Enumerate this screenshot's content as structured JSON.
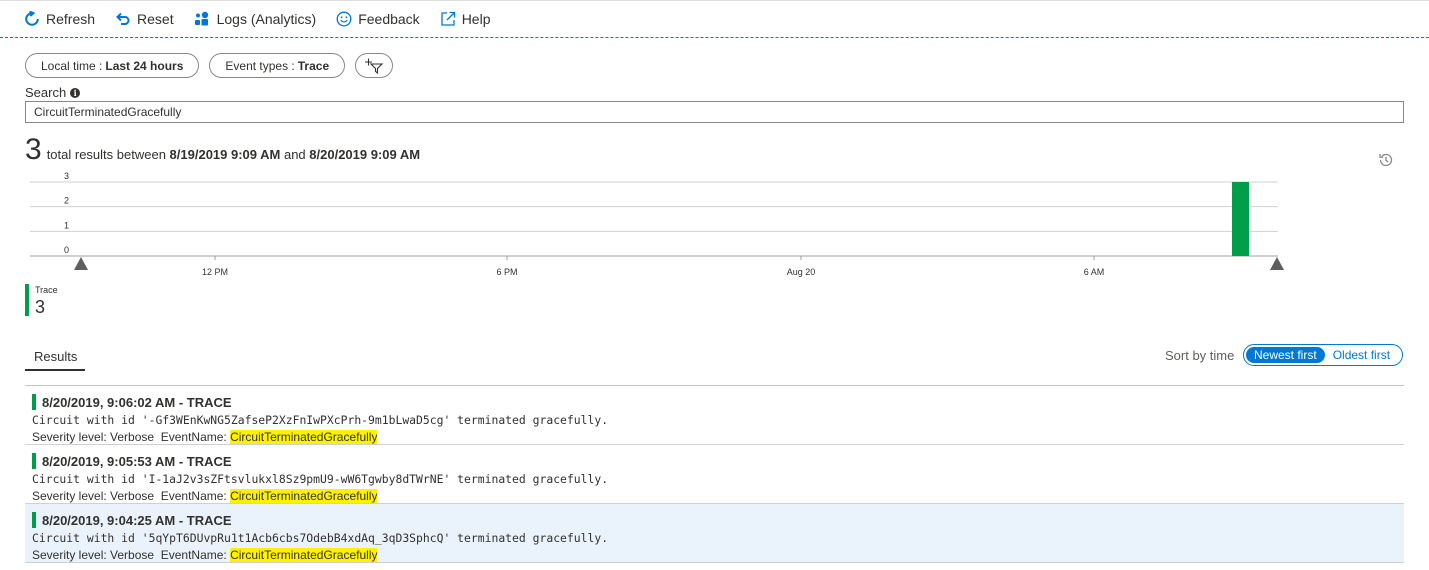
{
  "toolbar": {
    "refresh": "Refresh",
    "reset": "Reset",
    "logs": "Logs (Analytics)",
    "feedback": "Feedback",
    "help": "Help"
  },
  "filters": {
    "time_label": "Local time :",
    "time_value": "Last 24 hours",
    "event_label": "Event types :",
    "event_value": "Trace"
  },
  "search": {
    "label": "Search",
    "value": "CircuitTerminatedGracefully"
  },
  "summary": {
    "count": "3",
    "text_a": "total results between ",
    "start": "8/19/2019 9:09 AM",
    "text_b": " and ",
    "end": "8/20/2019 9:09 AM"
  },
  "chart_data": {
    "type": "bar",
    "series": [
      {
        "name": "Trace",
        "color": "#009e49",
        "bars": [
          {
            "x": "8/20/2019 9:04 AM",
            "value": 3
          }
        ]
      }
    ],
    "yticks": [
      "3",
      "2",
      "1",
      "0"
    ],
    "ylim": [
      0,
      3
    ],
    "xticks": [
      "12 PM",
      "6 PM",
      "Aug 20",
      "6 AM"
    ],
    "x_range": [
      "8/19/2019 9:09 AM",
      "8/20/2019 9:09 AM"
    ],
    "grid": true
  },
  "legend": {
    "name": "Trace",
    "count": "3",
    "color": "#009e49"
  },
  "tabs": {
    "results": "Results"
  },
  "sort": {
    "label": "Sort by time",
    "newest": "Newest first",
    "oldest": "Oldest first"
  },
  "results": [
    {
      "title": "8/20/2019, 9:06:02 AM - TRACE",
      "message": "Circuit with id '-Gf3WEnKwNG5ZafseP2XzFnIwPXcPrh-9m1bLwaD5cg' terminated gracefully.",
      "severity": "Severity level: Verbose  EventName: ",
      "event": "CircuitTerminatedGracefully"
    },
    {
      "title": "8/20/2019, 9:05:53 AM - TRACE",
      "message": "Circuit with id 'I-1aJ2v3sZFtsvlukxl8Sz9pmU9-wW6Tgwby8dTWrNE' terminated gracefully.",
      "severity": "Severity level: Verbose  EventName: ",
      "event": "CircuitTerminatedGracefully"
    },
    {
      "title": "8/20/2019, 9:04:25 AM - TRACE",
      "message": "Circuit with id '5qYpT6DUvpRu1t1Acb6cbs7OdebB4xdAq_3qD3SphcQ' terminated gracefully.",
      "severity": "Severity level: Verbose  EventName: ",
      "event": "CircuitTerminatedGracefully"
    }
  ]
}
